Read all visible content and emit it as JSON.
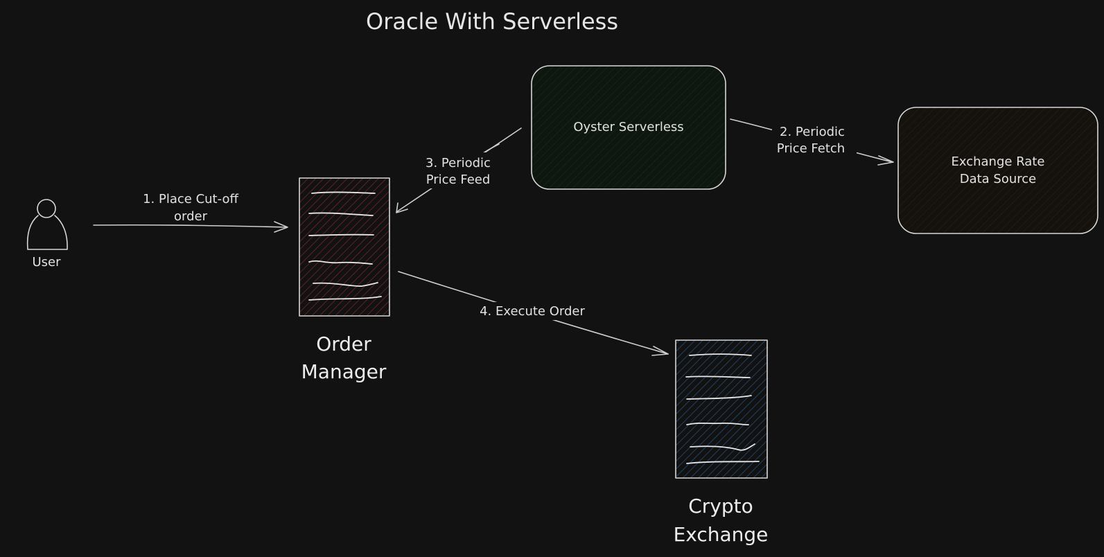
{
  "title": "Oracle With Serverless",
  "nodes": {
    "user": {
      "label": "User"
    },
    "order_manager": {
      "label_line1": "Order",
      "label_line2": "Manager",
      "hatch_color": "#8a2a2a"
    },
    "oyster_serverless": {
      "label": "Oyster Serverless",
      "fill_color": "#0f1a12"
    },
    "exchange_rate": {
      "label_line1": "Exchange Rate",
      "label_line2": "Data Source",
      "fill_color": "#17140e"
    },
    "crypto_exchange": {
      "label_line1": "Crypto",
      "label_line2": "Exchange",
      "hatch_color": "#2a5a8a"
    }
  },
  "edges": {
    "place_order": {
      "label_line1": "1. Place Cut-off",
      "label_line2": "order"
    },
    "price_fetch": {
      "label_line1": "2. Periodic",
      "label_line2": "Price Fetch"
    },
    "price_feed": {
      "label_line1": "3. Periodic",
      "label_line2": "Price Feed"
    },
    "execute_order": {
      "label": "4. Execute Order"
    }
  }
}
